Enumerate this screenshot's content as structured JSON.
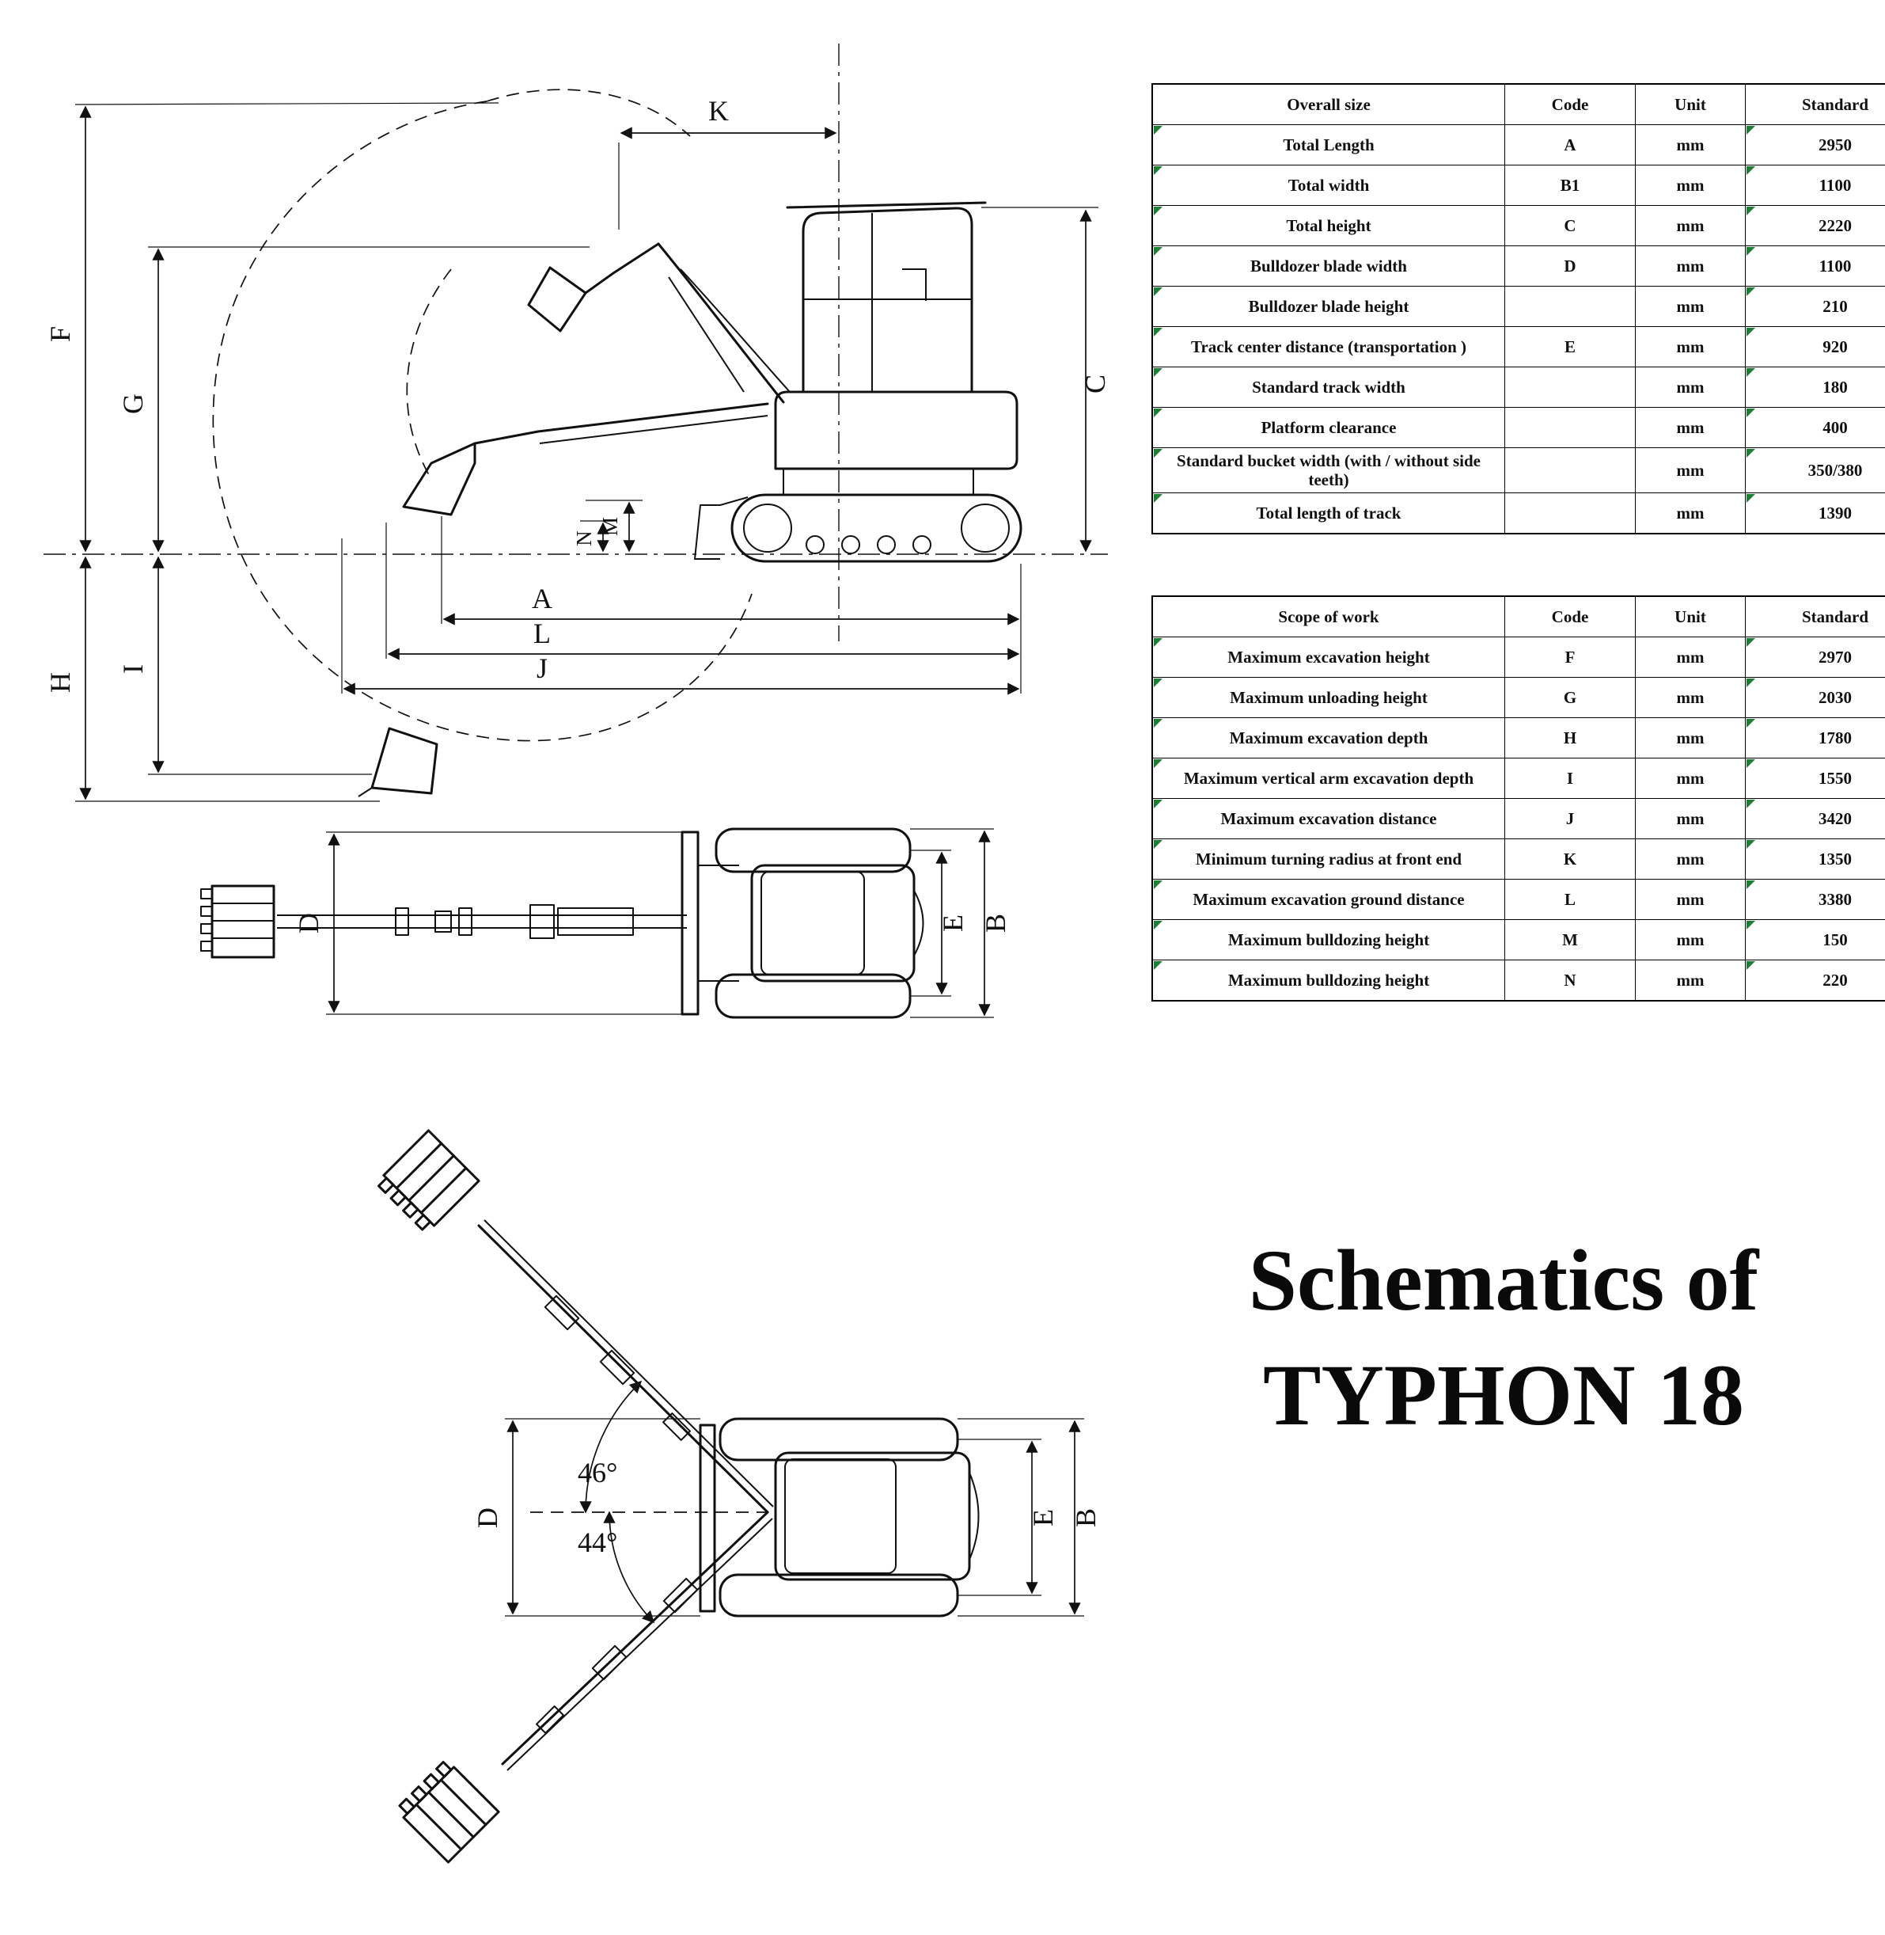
{
  "title": {
    "line1": "Schematics of",
    "line2": "TYPHON 18"
  },
  "tables": {
    "overall": {
      "headers": [
        "Overall size",
        "Code",
        "Unit",
        "Standard"
      ],
      "rows": [
        [
          "Total Length",
          "A",
          "mm",
          "2950"
        ],
        [
          "Total width",
          "B1",
          "mm",
          "1100"
        ],
        [
          "Total height",
          "C",
          "mm",
          "2220"
        ],
        [
          "Bulldozer blade width",
          "D",
          "mm",
          "1100"
        ],
        [
          "Bulldozer blade height",
          "",
          "mm",
          "210"
        ],
        [
          "Track center distance (transportation )",
          "E",
          "mm",
          "920"
        ],
        [
          "Standard track  width",
          "",
          "mm",
          "180"
        ],
        [
          "Platform clearance",
          "",
          "mm",
          "400"
        ],
        [
          "Standard bucket width (with / without side teeth)",
          "",
          "mm",
          "350/380"
        ],
        [
          "Total length of  track",
          "",
          "mm",
          "1390"
        ]
      ]
    },
    "scope": {
      "headers": [
        "Scope of work",
        "Code",
        "Unit",
        "Standard"
      ],
      "rows": [
        [
          "Maximum excavation height",
          "F",
          "mm",
          "2970"
        ],
        [
          "Maximum unloading height",
          "G",
          "mm",
          "2030"
        ],
        [
          "Maximum excavation depth",
          "H",
          "mm",
          "1780"
        ],
        [
          "Maximum vertical arm excavation depth",
          "I",
          "mm",
          "1550"
        ],
        [
          "Maximum excavation distance",
          "J",
          "mm",
          "3420"
        ],
        [
          "Minimum turning radius at front end",
          "K",
          "mm",
          "1350"
        ],
        [
          "Maximum excavation ground distance",
          "L",
          "mm",
          "3380"
        ],
        [
          "Maximum bulldozing height",
          "M",
          "mm",
          "150"
        ],
        [
          "Maximum bulldozing height",
          "N",
          "mm",
          "220"
        ]
      ]
    }
  },
  "labels": {
    "A": "A",
    "B": "B",
    "C": "C",
    "D": "D",
    "E": "E",
    "F": "F",
    "G": "G",
    "H": "H",
    "I": "I",
    "J": "J",
    "K": "K",
    "L": "L",
    "M": "M",
    "N": "N",
    "deg46": "46°",
    "deg44": "44°"
  },
  "colors": {
    "line": "#111111",
    "comment_marker": "#1e7e34"
  }
}
